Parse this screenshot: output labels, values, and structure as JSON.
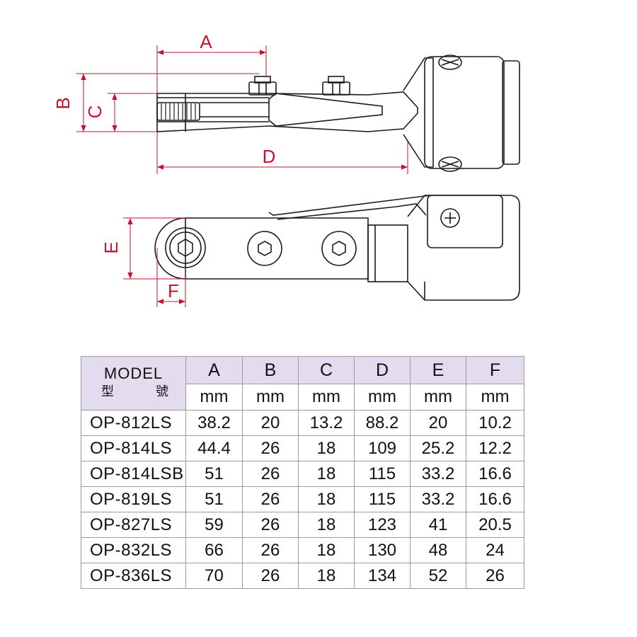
{
  "dimension_labels": {
    "A": "A",
    "B": "B",
    "C": "C",
    "D": "D",
    "E": "E",
    "F": "F"
  },
  "colors": {
    "dimension": "#c8102e",
    "table_header_bg": "#e3dcef",
    "line": "#1a1a1a"
  },
  "table": {
    "model_header_en": "MODEL",
    "model_header_zh_1": "型",
    "model_header_zh_2": "號",
    "columns": [
      "A",
      "B",
      "C",
      "D",
      "E",
      "F"
    ],
    "units": [
      "mm",
      "mm",
      "mm",
      "mm",
      "mm",
      "mm"
    ],
    "rows": [
      {
        "model": "OP-812LS",
        "values": [
          "38.2",
          "20",
          "13.2",
          "88.2",
          "20",
          "10.2"
        ]
      },
      {
        "model": "OP-814LS",
        "values": [
          "44.4",
          "26",
          "18",
          "109",
          "25.2",
          "12.2"
        ]
      },
      {
        "model": "OP-814LSB",
        "values": [
          "51",
          "26",
          "18",
          "115",
          "33.2",
          "16.6"
        ]
      },
      {
        "model": "OP-819LS",
        "values": [
          "51",
          "26",
          "18",
          "115",
          "33.2",
          "16.6"
        ]
      },
      {
        "model": "OP-827LS",
        "values": [
          "59",
          "26",
          "18",
          "123",
          "41",
          "20.5"
        ]
      },
      {
        "model": "OP-832LS",
        "values": [
          "66",
          "26",
          "18",
          "130",
          "48",
          "24"
        ]
      },
      {
        "model": "OP-836LS",
        "values": [
          "70",
          "26",
          "18",
          "134",
          "52",
          "26"
        ]
      }
    ]
  }
}
